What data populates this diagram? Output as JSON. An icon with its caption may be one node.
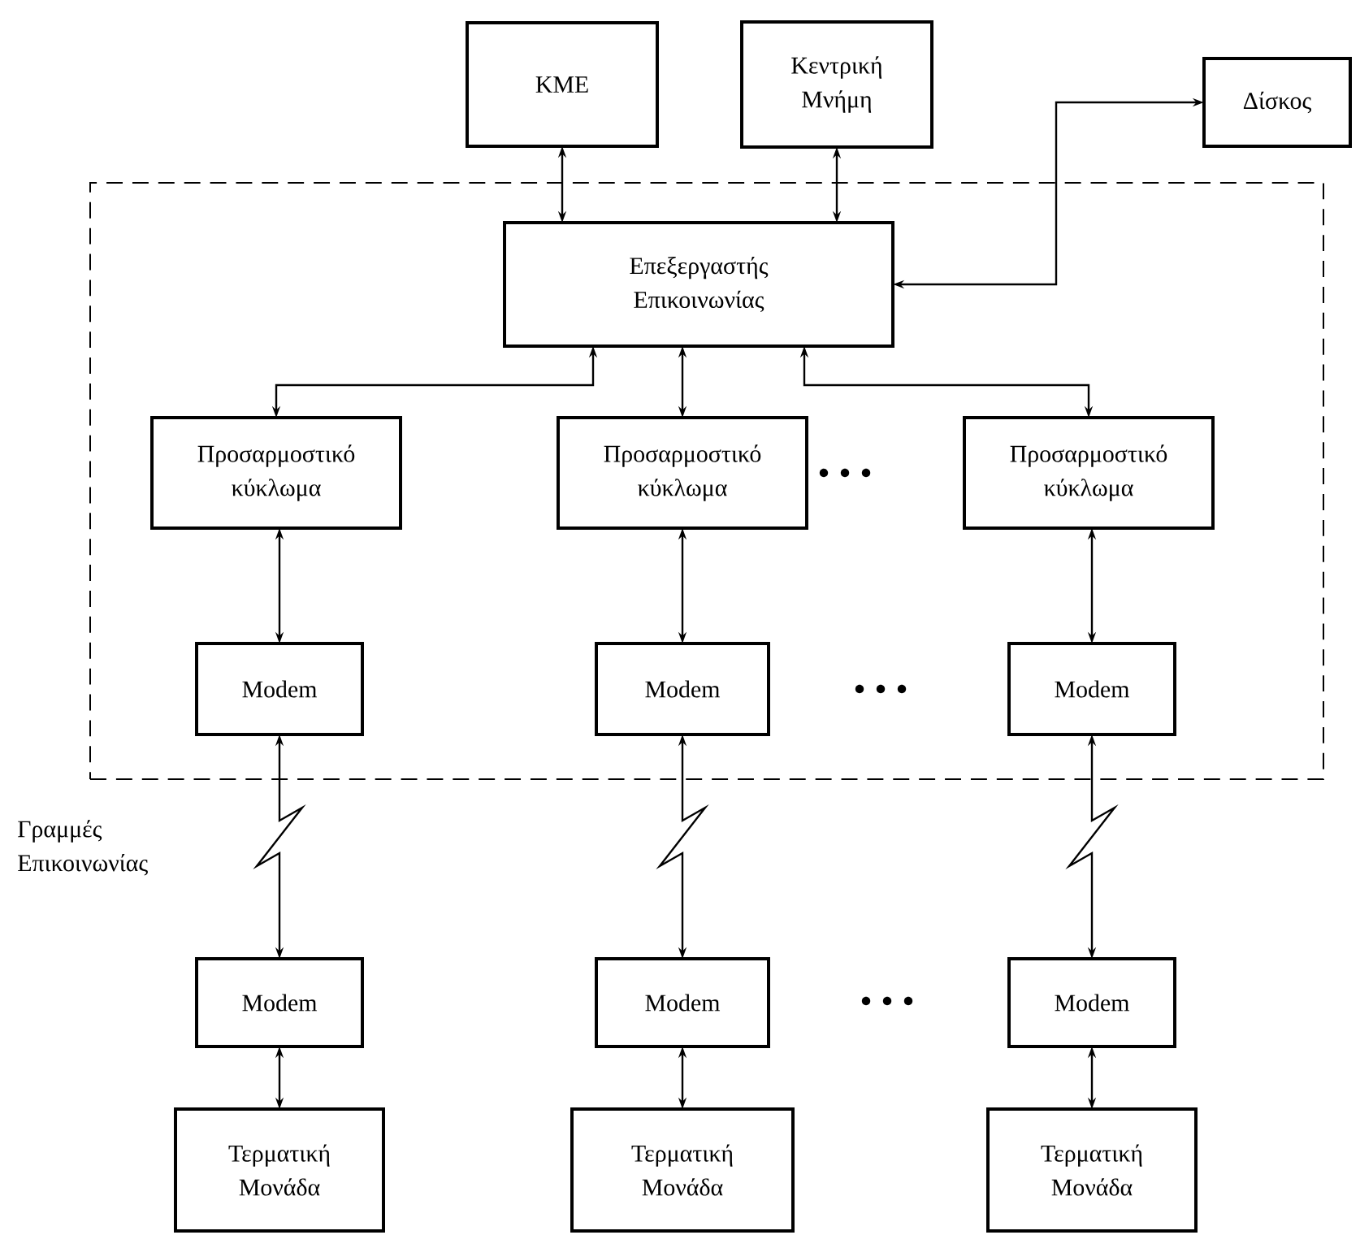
{
  "diagram": {
    "nodes": [
      {
        "text": [],
        "shape": "box"
      },
      {
        "text": [
          "ΚΜΕ"
        ]
      },
      {
        "text": [
          "Κεντρική Μνήμη"
        ]
      },
      {
        "text": [
          "Δίσκος"
        ]
      },
      {
        "text": [
          "Επεξεργαστής Επικοινωνίας"
        ],
        "in": 0
      },
      {
        "text": [
          "Προσαρμοστικό κύκλωμα"
        ],
        "in": 0
      },
      {
        "text": [
          "Προσαρμοστικό κύκλωμα"
        ],
        "in": 0
      },
      {
        "text": [
          "Προσαρμοστικό κύκλωμα"
        ],
        "in": 0
      },
      {
        "text": [
          "Modem"
        ],
        "in": 0
      },
      {
        "text": [
          "Modem"
        ],
        "in": 0
      },
      {
        "text": [
          "Modem"
        ],
        "in": 0
      },
      {
        "text": [
          "Modem"
        ]
      },
      {
        "text": [
          "Modem"
        ]
      },
      {
        "text": [
          "Modem"
        ]
      },
      {
        "text": [
          "Τερματική Μονάδα"
        ]
      },
      {
        "text": [
          "Τερματική Μονάδα"
        ]
      },
      {
        "text": [
          "Τερματική Μονάδα"
        ]
      }
    ],
    "edges": [
      {
        "from": 1,
        "to": 4,
        "arrow": "both"
      },
      {
        "from": 2,
        "to": 4,
        "arrow": "both"
      },
      {
        "from": 4,
        "to": 3,
        "arrow": "both"
      },
      {
        "from": 4,
        "to": 5,
        "arrow": "both"
      },
      {
        "from": 4,
        "to": 6,
        "arrow": "both"
      },
      {
        "from": 4,
        "to": 7,
        "arrow": "both"
      },
      {
        "from": 5,
        "to": 8,
        "arrow": "both"
      },
      {
        "from": 6,
        "to": 9,
        "arrow": "both"
      },
      {
        "from": 7,
        "to": 10,
        "arrow": "both"
      },
      {
        "from": 8,
        "to": 11,
        "arrow": "both"
      },
      {
        "from": 9,
        "to": 12,
        "arrow": "both"
      },
      {
        "from": 10,
        "to": 13,
        "arrow": "both"
      },
      {
        "from": 11,
        "to": 14,
        "arrow": "both"
      },
      {
        "from": 12,
        "to": 15,
        "arrow": "both"
      },
      {
        "from": 13,
        "to": 16,
        "arrow": "both"
      }
    ],
    "labels": [
      "Γραμμές Επικοινωνίας"
    ]
  }
}
